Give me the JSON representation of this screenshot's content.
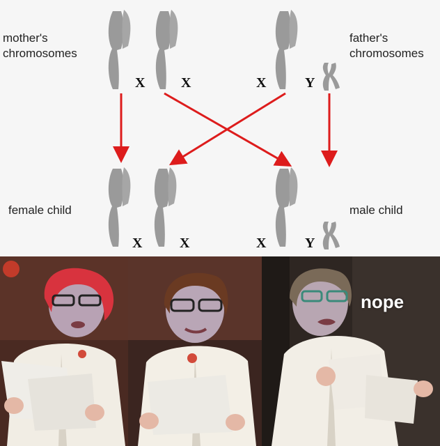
{
  "diagram": {
    "mother_label_line1": "mother's",
    "mother_label_line2": "chromosomes",
    "father_label_line1": "father's",
    "father_label_line2": "chromosomes",
    "female_child_label": "female child",
    "male_child_label": "male child",
    "letter_x": "X",
    "letter_y": "Y",
    "arrow_color": "#dd1c1c",
    "chromosome_color": "#9a9a9a"
  },
  "meme": {
    "caption": "nope",
    "panels": [
      "woman-reading-papers",
      "woman-reading-papers-smirk",
      "woman-tearing-papers"
    ]
  }
}
